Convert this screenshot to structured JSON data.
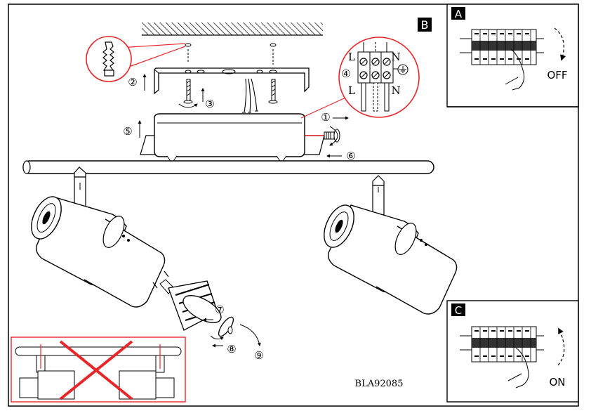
{
  "panels": {
    "main": {
      "label": "B"
    },
    "off": {
      "label": "A",
      "state": "OFF"
    },
    "on": {
      "label": "C",
      "state": "ON"
    }
  },
  "terminal_labels": {
    "live": "L",
    "neutral": "N"
  },
  "steps": [
    "①",
    "②",
    "③",
    "④",
    "⑤",
    "⑥",
    "⑦",
    "⑧",
    "⑨"
  ],
  "model_number": "BLA92085",
  "colors": {
    "line": "#000000",
    "accent": "#e8262a"
  }
}
